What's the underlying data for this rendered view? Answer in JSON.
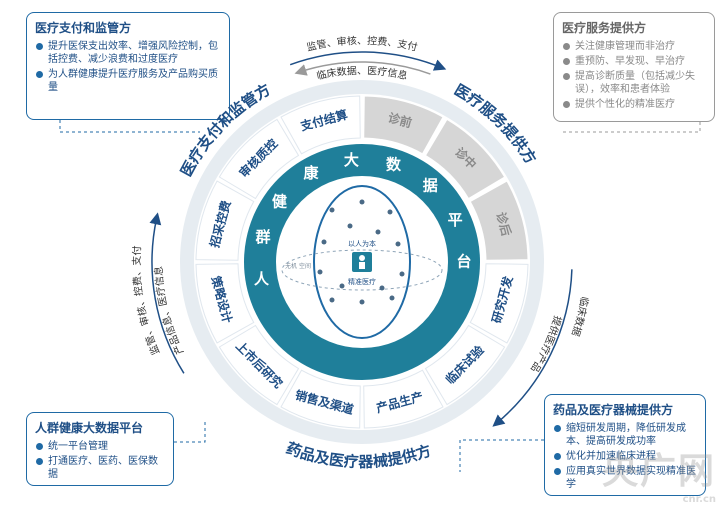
{
  "colors": {
    "teal": "#1f7f9a",
    "navy": "#1f4f86",
    "outer_ring": "#e6ecf1",
    "gray_segments": "#d6d6d6",
    "gray_text": "#8a8a8a"
  },
  "center": {
    "ring_chars": [
      "人",
      "群",
      "健",
      "康",
      "大",
      "数",
      "据",
      "平",
      "台"
    ],
    "hub_label": "以人为本",
    "hub_sublabel": "精准医疗",
    "ellipse_label": "无机 空间"
  },
  "segments": {
    "payer": [
      "招采控费",
      "审核质控",
      "支付结算"
    ],
    "provider_gray": [
      "诊前",
      "诊中",
      "诊后"
    ],
    "pharma": [
      "研究开发",
      "临床试验",
      "产品生产",
      "销售及渠道",
      "上市后研究",
      "策略设计"
    ]
  },
  "outer_labels": {
    "payer": "医疗支付和监管方",
    "provider": "医疗服务提供方",
    "pharma": "药品及医疗器械提供方"
  },
  "flow_labels": {
    "top_outer": "监管、审核、控费、支付",
    "top_inner": "临床数据、医疗信息",
    "right_outer": "临床数据",
    "right_inner": "提供医疗产品",
    "left_outer": "监管、审核、控费、支付",
    "left_inner": "产品信息、医疗信息"
  },
  "boxes": {
    "payer": {
      "title": "医疗支付和监管方",
      "items": [
        "提升医保支出效率、增强风险控制，包括控费、减少浪费和过度医疗",
        "为人群健康提升医疗服务及产品购买质量"
      ]
    },
    "provider": {
      "title": "医疗服务提供方",
      "items": [
        "关注健康管理而非治疗",
        "重预防、早发现、早治疗",
        "提高诊断质量（包括减少失误），效率和患者体验",
        "提供个性化的精准医疗"
      ]
    },
    "platform": {
      "title": "人群健康大数据平台",
      "items": [
        "统一平台管理",
        "打通医疗、医药、医保数据"
      ]
    },
    "pharma": {
      "title": "药品及医疗器械提供方",
      "items": [
        "缩短研发周期，降低研发成本、提高研发成功率",
        "优化并加速临床进程",
        "应用真实世界数据实现精准医学"
      ]
    }
  },
  "watermark": {
    "text": "央广网",
    "sub": "cnr.cn"
  }
}
